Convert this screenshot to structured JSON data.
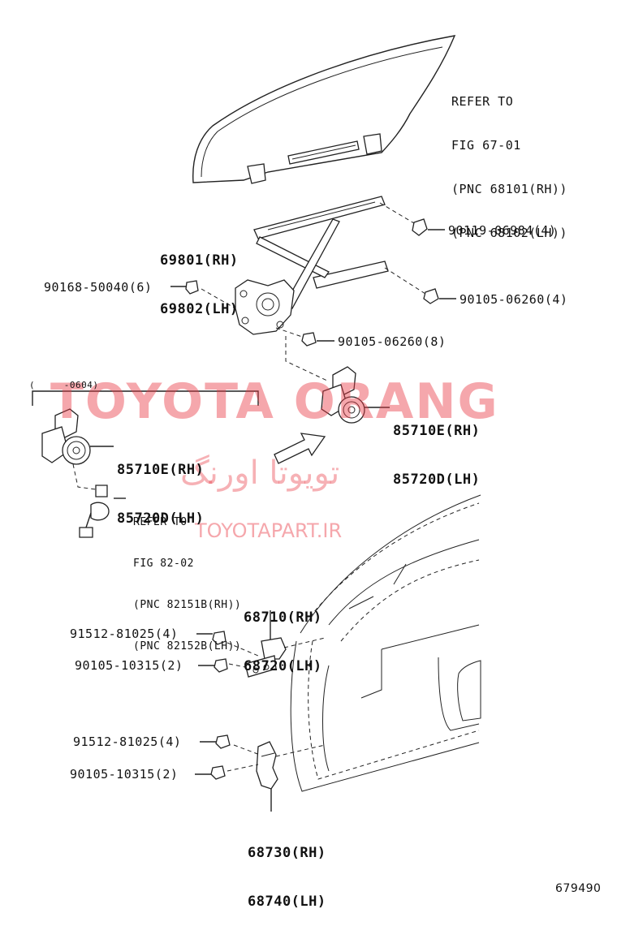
{
  "callouts": {
    "glass_ref": [
      "REFER TO",
      "FIG 67-01",
      "(PNC 68101(RH))",
      "(PNC 68102(LH))"
    ],
    "regulator": [
      "69801(RH)",
      "69802(LH)"
    ],
    "bolt_top": "90119-06984(4)",
    "bolt_left": "90168-50040(6)",
    "bolt_right": "90105-06260(4)",
    "bolt_bottom": "90105-06260(8)",
    "motor_right": [
      "85710E(RH)",
      "85720D(LH)"
    ],
    "motor_left": [
      "85710E(RH)",
      "85720D(LH)"
    ],
    "bracket_note": "(     -0604)",
    "wire_ref": [
      "REFER TO",
      "FIG 82-02",
      "(PNC 82151B(RH))",
      "(PNC 82152B(LH))"
    ],
    "upper_hinge": [
      "68710(RH)",
      "68720(LH)"
    ],
    "hinge_bolt_1": "91512-81025(4)",
    "hinge_bolt_2": "90105-10315(2)",
    "hinge_bolt_3": "91512-81025(4)",
    "hinge_bolt_4": "90105-10315(2)",
    "lower_hinge": [
      "68730(RH)",
      "68740(LH)"
    ],
    "figure_number": "679490"
  },
  "watermark": {
    "main": "TOYOTA ORANG",
    "arabic": "تویوتا اورنگ",
    "url": "TOYOTAPART.IR",
    "color": "#e83c46"
  }
}
